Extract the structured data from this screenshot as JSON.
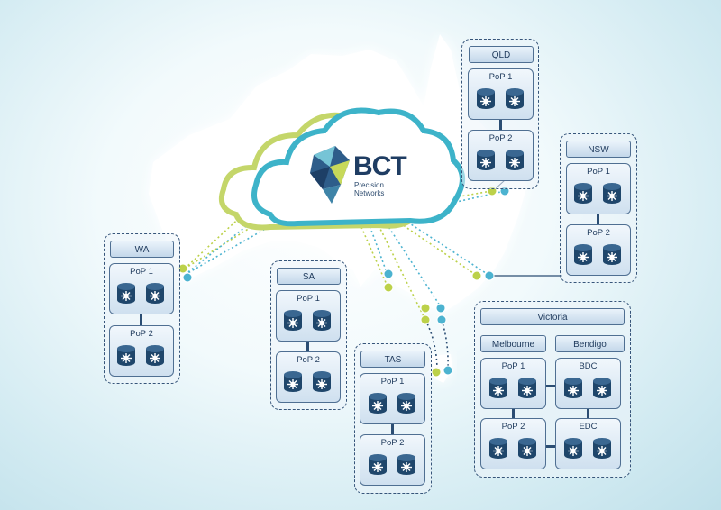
{
  "logo": {
    "brand": "BCT",
    "tagline_1": "Precision",
    "tagline_2": "Networks"
  },
  "regions": {
    "wa": {
      "title": "WA",
      "pops": [
        "PoP 1",
        "PoP 2"
      ]
    },
    "sa": {
      "title": "SA",
      "pops": [
        "PoP 1",
        "PoP 2"
      ]
    },
    "tas": {
      "title": "TAS",
      "pops": [
        "PoP 1",
        "PoP 2"
      ]
    },
    "qld": {
      "title": "QLD",
      "pops": [
        "PoP 1",
        "PoP 2"
      ]
    },
    "nsw": {
      "title": "NSW",
      "pops": [
        "PoP 1",
        "PoP 2"
      ]
    },
    "victoria": {
      "title": "Victoria",
      "melbourne": {
        "title": "Melbourne",
        "pops": [
          "PoP 1",
          "PoP 2"
        ]
      },
      "bendigo": {
        "title": "Bendigo",
        "pops": [
          "BDC",
          "EDC"
        ]
      }
    }
  },
  "colors": {
    "map": "#ffffff",
    "cloud_outline": "#3db3c9",
    "cloud_back": "#c4d66a",
    "link_blue": "#4cb3d0",
    "link_green": "#bcd14a",
    "router": "#1f466b",
    "frame": "#36557a"
  }
}
